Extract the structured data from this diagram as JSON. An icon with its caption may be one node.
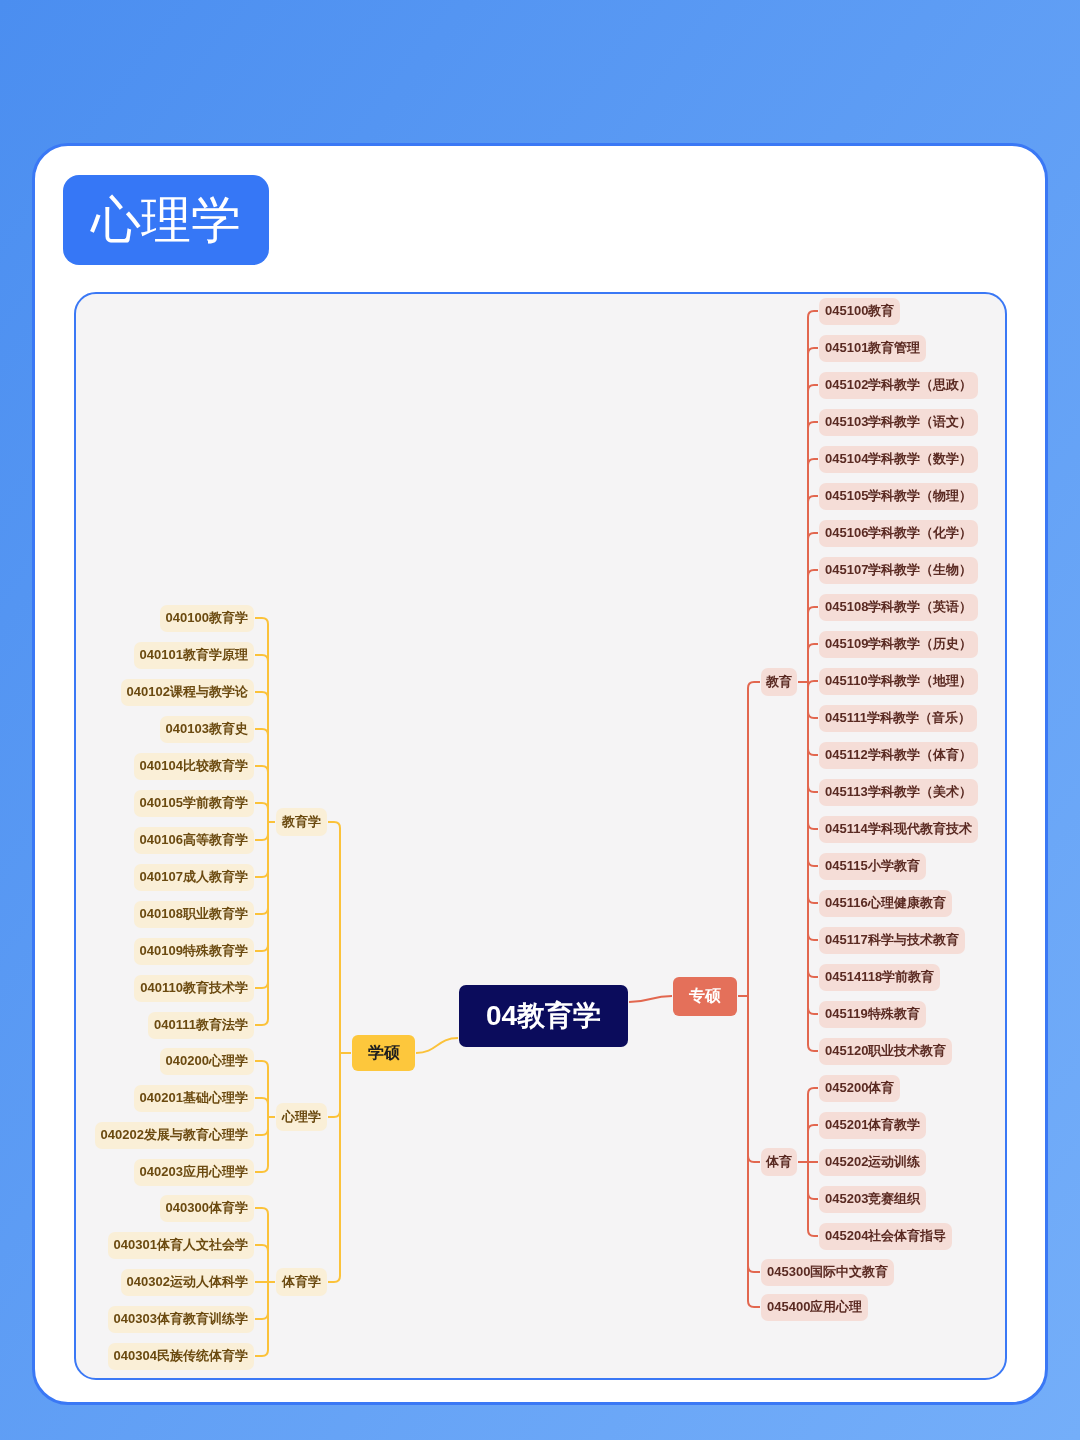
{
  "diagram": {
    "title": "心理学",
    "nodes": [
      {
        "text": [
          "04教育学"
        ]
      },
      {
        "text": [
          "学硕"
        ]
      },
      {
        "text": [
          "教育学"
        ]
      },
      {
        "text": [
          "040100教育学"
        ]
      },
      {
        "text": [
          "040101教育学原理"
        ]
      },
      {
        "text": [
          "040102课程与教学论"
        ]
      },
      {
        "text": [
          "040103教育史"
        ]
      },
      {
        "text": [
          "040104比较教育学"
        ]
      },
      {
        "text": [
          "040105学前教育学"
        ]
      },
      {
        "text": [
          "040106高等教育学"
        ]
      },
      {
        "text": [
          "040107成人教育学"
        ]
      },
      {
        "text": [
          "040108职业教育学"
        ]
      },
      {
        "text": [
          "040109特殊教育学"
        ]
      },
      {
        "text": [
          "040110教育技术学"
        ]
      },
      {
        "text": [
          "040111教育法学"
        ]
      },
      {
        "text": [
          "心理学"
        ]
      },
      {
        "text": [
          "040200心理学"
        ]
      },
      {
        "text": [
          "040201基础心理学"
        ]
      },
      {
        "text": [
          "040202发展与教育心理学"
        ]
      },
      {
        "text": [
          "040203应用心理学"
        ]
      },
      {
        "text": [
          "体育学"
        ]
      },
      {
        "text": [
          "040300体育学"
        ]
      },
      {
        "text": [
          "040301体育人文社会学"
        ]
      },
      {
        "text": [
          "040302运动人体科学"
        ]
      },
      {
        "text": [
          "040303体育教育训练学"
        ]
      },
      {
        "text": [
          "040304民族传统体育学"
        ]
      },
      {
        "text": [
          "专硕"
        ]
      },
      {
        "text": [
          "教育"
        ]
      },
      {
        "text": [
          "045100教育"
        ]
      },
      {
        "text": [
          "045101教育管理"
        ]
      },
      {
        "text": [
          "045102学科教学（思政）"
        ]
      },
      {
        "text": [
          "045103学科教学（语文）"
        ]
      },
      {
        "text": [
          "045104学科教学（数学）"
        ]
      },
      {
        "text": [
          "045105学科教学（物理）"
        ]
      },
      {
        "text": [
          "045106学科教学（化学）"
        ]
      },
      {
        "text": [
          "045107学科教学（生物）"
        ]
      },
      {
        "text": [
          "045108学科教学（英语）"
        ]
      },
      {
        "text": [
          "045109学科教学（历史）"
        ]
      },
      {
        "text": [
          "045110学科教学（地理）"
        ]
      },
      {
        "text": [
          "045111学科教学（音乐）"
        ]
      },
      {
        "text": [
          "045112学科教学（体育）"
        ]
      },
      {
        "text": [
          "045113学科教学（美术）"
        ]
      },
      {
        "text": [
          "045114学科现代教育技术"
        ]
      },
      {
        "text": [
          "045115小学教育"
        ]
      },
      {
        "text": [
          "045116心理健康教育"
        ]
      },
      {
        "text": [
          "045117科学与技术教育"
        ]
      },
      {
        "text": [
          "04514118学前教育"
        ]
      },
      {
        "text": [
          "045119特殊教育"
        ]
      },
      {
        "text": [
          "045120职业技术教育"
        ]
      },
      {
        "text": [
          "体育"
        ]
      },
      {
        "text": [
          "045200体育"
        ]
      },
      {
        "text": [
          "045201体育教学"
        ]
      },
      {
        "text": [
          "045202运动训练"
        ]
      },
      {
        "text": [
          "045203竞赛组织"
        ]
      },
      {
        "text": [
          "045204社会体育指导"
        ]
      },
      {
        "text": [
          "045300国际中文教育"
        ]
      },
      {
        "text": [
          "045400应用心理"
        ]
      }
    ],
    "edges": [
      {
        "from": 0,
        "to": 1,
        "arrow": "none",
        "color": "#fbc23a"
      },
      {
        "from": 1,
        "to": 2,
        "arrow": "none",
        "color": "#fbc23a"
      },
      {
        "from": 1,
        "to": 15,
        "arrow": "none",
        "color": "#fbc23a"
      },
      {
        "from": 1,
        "to": 20,
        "arrow": "none",
        "color": "#fbc23a"
      },
      {
        "from": 2,
        "to": 3,
        "arrow": "none",
        "color": "#fbc23a"
      },
      {
        "from": 2,
        "to": 4,
        "arrow": "none",
        "color": "#fbc23a"
      },
      {
        "from": 2,
        "to": 5,
        "arrow": "none",
        "color": "#fbc23a"
      },
      {
        "from": 2,
        "to": 6,
        "arrow": "none",
        "color": "#fbc23a"
      },
      {
        "from": 2,
        "to": 7,
        "arrow": "none",
        "color": "#fbc23a"
      },
      {
        "from": 2,
        "to": 8,
        "arrow": "none",
        "color": "#fbc23a"
      },
      {
        "from": 2,
        "to": 9,
        "arrow": "none",
        "color": "#fbc23a"
      },
      {
        "from": 2,
        "to": 10,
        "arrow": "none",
        "color": "#fbc23a"
      },
      {
        "from": 2,
        "to": 11,
        "arrow": "none",
        "color": "#fbc23a"
      },
      {
        "from": 2,
        "to": 12,
        "arrow": "none",
        "color": "#fbc23a"
      },
      {
        "from": 2,
        "to": 13,
        "arrow": "none",
        "color": "#fbc23a"
      },
      {
        "from": 2,
        "to": 14,
        "arrow": "none",
        "color": "#fbc23a"
      },
      {
        "from": 15,
        "to": 16,
        "arrow": "none",
        "color": "#fbc23a"
      },
      {
        "from": 15,
        "to": 17,
        "arrow": "none",
        "color": "#fbc23a"
      },
      {
        "from": 15,
        "to": 18,
        "arrow": "none",
        "color": "#fbc23a"
      },
      {
        "from": 15,
        "to": 19,
        "arrow": "none",
        "color": "#fbc23a"
      },
      {
        "from": 20,
        "to": 21,
        "arrow": "none",
        "color": "#fbc23a"
      },
      {
        "from": 20,
        "to": 22,
        "arrow": "none",
        "color": "#fbc23a"
      },
      {
        "from": 20,
        "to": 23,
        "arrow": "none",
        "color": "#fbc23a"
      },
      {
        "from": 20,
        "to": 24,
        "arrow": "none",
        "color": "#fbc23a"
      },
      {
        "from": 20,
        "to": 25,
        "arrow": "none",
        "color": "#fbc23a"
      },
      {
        "from": 0,
        "to": 26,
        "arrow": "none"
      },
      {
        "from": 26,
        "to": 27,
        "arrow": "none"
      },
      {
        "from": 26,
        "to": 49,
        "arrow": "none"
      },
      {
        "from": 26,
        "to": 55,
        "arrow": "none"
      },
      {
        "from": 26,
        "to": 56,
        "arrow": "none"
      },
      {
        "from": 27,
        "to": 28,
        "arrow": "none"
      },
      {
        "from": 27,
        "to": 29,
        "arrow": "none"
      },
      {
        "from": 27,
        "to": 30,
        "arrow": "none"
      },
      {
        "from": 27,
        "to": 31,
        "arrow": "none"
      },
      {
        "from": 27,
        "to": 32,
        "arrow": "none"
      },
      {
        "from": 27,
        "to": 33,
        "arrow": "none"
      },
      {
        "from": 27,
        "to": 34,
        "arrow": "none"
      },
      {
        "from": 27,
        "to": 35,
        "arrow": "none"
      },
      {
        "from": 27,
        "to": 36,
        "arrow": "none"
      },
      {
        "from": 27,
        "to": 37,
        "arrow": "none"
      },
      {
        "from": 27,
        "to": 38,
        "arrow": "none"
      },
      {
        "from": 27,
        "to": 39,
        "arrow": "none"
      },
      {
        "from": 27,
        "to": 40,
        "arrow": "none"
      },
      {
        "from": 27,
        "to": 41,
        "arrow": "none"
      },
      {
        "from": 27,
        "to": 42,
        "arrow": "none"
      },
      {
        "from": 27,
        "to": 43,
        "arrow": "none"
      },
      {
        "from": 27,
        "to": 44,
        "arrow": "none"
      },
      {
        "from": 27,
        "to": 45,
        "arrow": "none"
      },
      {
        "from": 27,
        "to": 46,
        "arrow": "none"
      },
      {
        "from": 27,
        "to": 47,
        "arrow": "none"
      },
      {
        "from": 27,
        "to": 48,
        "arrow": "none"
      },
      {
        "from": 49,
        "to": 50,
        "arrow": "none"
      },
      {
        "from": 49,
        "to": 51,
        "arrow": "none"
      },
      {
        "from": 49,
        "to": 52,
        "arrow": "none"
      },
      {
        "from": 49,
        "to": 53,
        "arrow": "none"
      },
      {
        "from": 49,
        "to": 54,
        "arrow": "none"
      }
    ]
  }
}
